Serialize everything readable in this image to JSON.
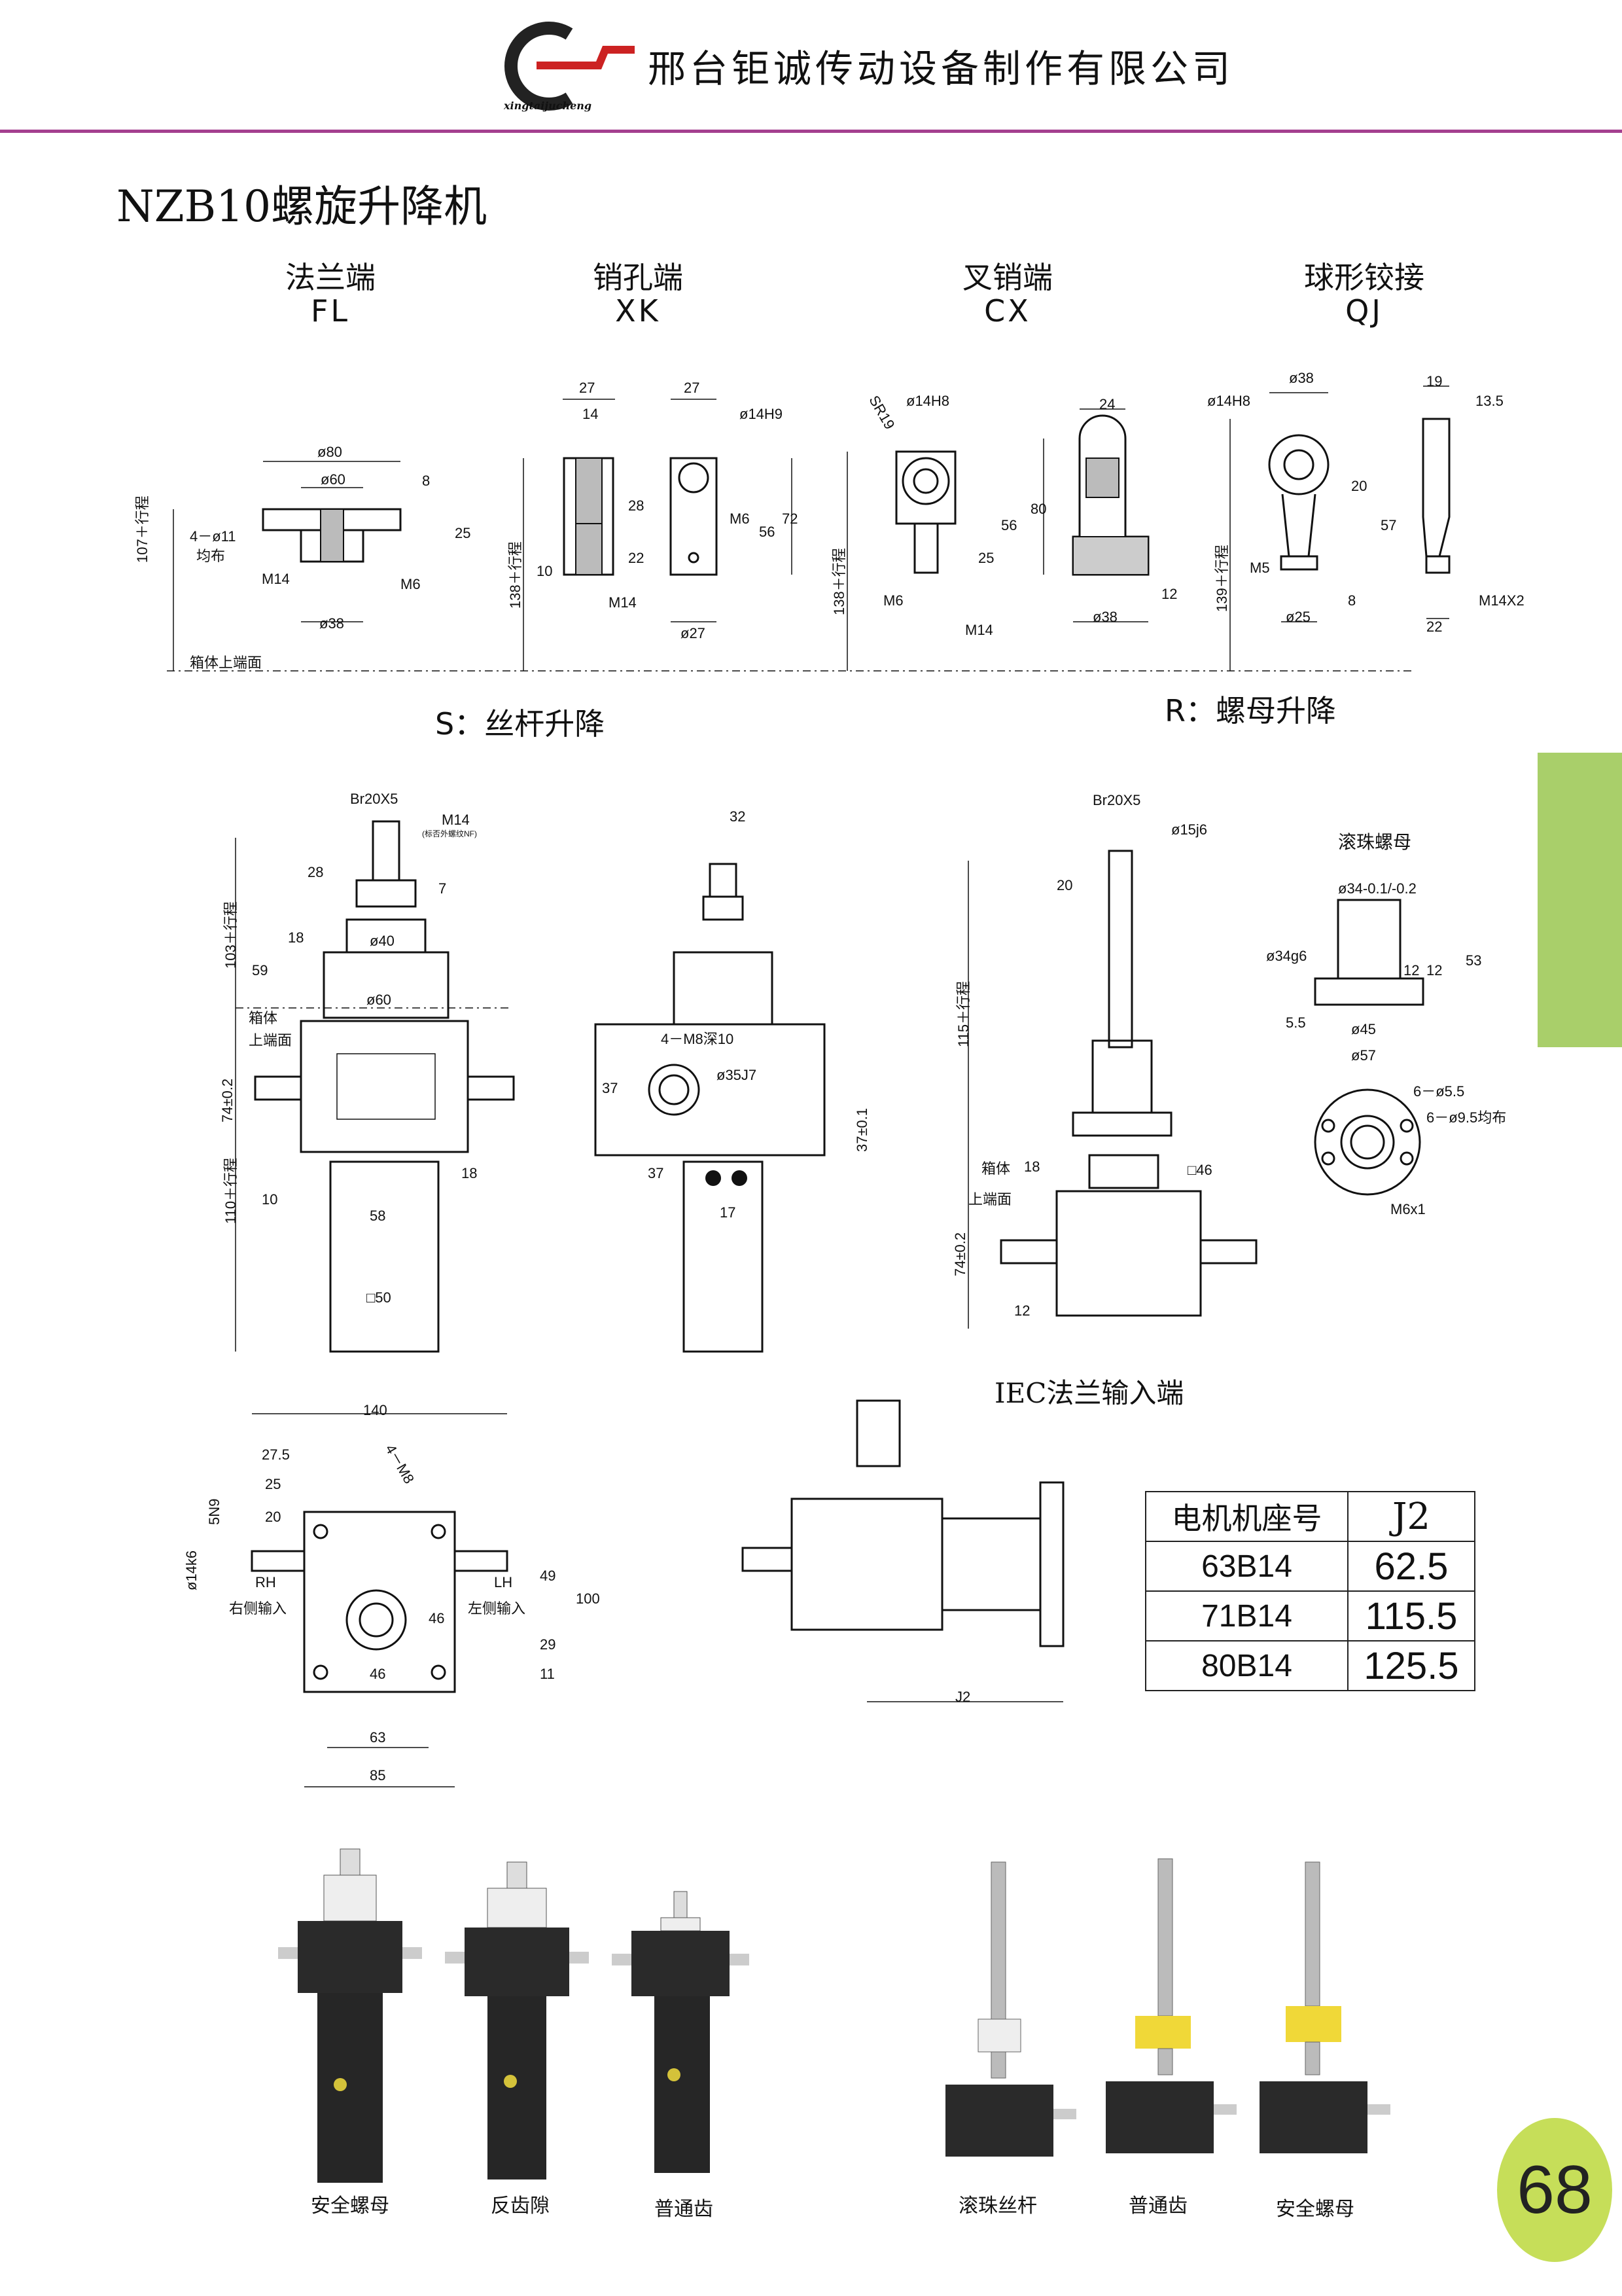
{
  "header": {
    "logo_text": "xingtaijucheng",
    "company": "邢台钜诚传动设备制作有限公司",
    "accent_color": "#a43f8f"
  },
  "title": "NZB10螺旋升降机",
  "ends": [
    {
      "cn": "法兰端",
      "en": "FL"
    },
    {
      "cn": "销孔端",
      "en": "XK"
    },
    {
      "cn": "叉销端",
      "en": "CX"
    },
    {
      "cn": "球形铰接",
      "en": "QJ"
    }
  ],
  "modes": {
    "s": "S：丝杆升降",
    "r": "R：螺母升降"
  },
  "fl_dims": {
    "d80": "ø80",
    "d60": "ø60",
    "d8": "8",
    "holes": "4－ø11",
    "uniform": "均布",
    "d25": "25",
    "m14": "M14",
    "m6": "M6",
    "d38": "ø38",
    "stroke": "107＋行程",
    "box_face": "箱体上端面"
  },
  "xk_dims": {
    "d27a": "27",
    "d14": "14",
    "d27b": "27",
    "d14h9": "ø14H9",
    "d28": "28",
    "d22": "22",
    "d10": "10",
    "m14": "M14",
    "m6": "M6",
    "d56": "56",
    "d72": "72",
    "d27c": "ø27",
    "stroke": "138＋行程"
  },
  "cx_dims": {
    "sr": "SR19",
    "d14h8": "ø14H8",
    "d24": "24",
    "d56": "56",
    "d80": "80",
    "d25": "25",
    "m6": "M6",
    "m14": "M14",
    "d12": "12",
    "d38": "ø38",
    "stroke": "138＋行程"
  },
  "qj_dims": {
    "d38": "ø38",
    "d14h8": "ø14H8",
    "d19": "19",
    "d13_5": "13.5",
    "d20": "20",
    "d57": "57",
    "m5": "M5",
    "d8": "8",
    "d25": "ø25",
    "d22": "22",
    "m14x2": "M14X2",
    "stroke": "139＋行程"
  },
  "s_view": {
    "br": "Br20X5",
    "m14": "M14",
    "m14_note": "(标否外螺纹NF)",
    "d28": "28",
    "d7": "7",
    "d18": "18",
    "d59": "59",
    "stroke103": "103＋行程",
    "d40": "ø40",
    "d60": "ø60",
    "box": "箱体",
    "face": "上端面",
    "h74": "74±0.2",
    "stroke110": "110＋行程",
    "d10": "10",
    "d18b": "18",
    "d58": "58",
    "sq50": "□50"
  },
  "side_view": {
    "d32": "32",
    "m8": "4－M8深10",
    "d37": "37",
    "d35j7": "ø35J7",
    "d37b": "37±0.1",
    "d37c": "37",
    "d17": "17"
  },
  "r_view": {
    "br": "Br20X5",
    "d15": "ø15j6",
    "d20": "20",
    "stroke115": "115＋行程",
    "box": "箱体",
    "face": "上端面",
    "d18": "18",
    "sq46": "□46",
    "h74": "74±0.2",
    "d12": "12"
  },
  "ballnut": {
    "title": "滚珠螺母",
    "d34": "ø34-0.1/-0.2",
    "d34g6": "ø34g6",
    "d12a": "12",
    "d12b": "12",
    "d53": "53",
    "d5_5": "5.5",
    "d45": "ø45",
    "d57": "ø57",
    "holes1": "6－ø5.5",
    "holes2": "6－ø9.5均布",
    "m6x1": "M6x1"
  },
  "top_view": {
    "d140": "140",
    "d27_5": "27.5",
    "d25": "25",
    "d20": "20",
    "m8": "4－M8",
    "d5n9": "5N9",
    "d14k6": "ø14k6",
    "rh": "RH",
    "rh_cn": "右侧输入",
    "lh": "LH",
    "lh_cn": "左侧输入",
    "d49": "49",
    "d100": "100",
    "d46a": "46",
    "d29": "29",
    "d11": "11",
    "d46b": "46",
    "d63": "63",
    "d85": "85"
  },
  "iec": {
    "title": "IEC法兰输入端",
    "j2": "J2"
  },
  "motor_table": {
    "headers": [
      "电机机座号",
      "J2"
    ],
    "rows": [
      [
        "63B14",
        "62.5"
      ],
      [
        "71B14",
        "115.5"
      ],
      [
        "80B14",
        "125.5"
      ]
    ]
  },
  "photos_left": [
    "安全螺母",
    "反齿隙",
    "普通齿"
  ],
  "photos_right": [
    "滚珠丝杆",
    "普通齿",
    "安全螺母"
  ],
  "side_tab_color": "#a9cf6a",
  "page_number": "68"
}
